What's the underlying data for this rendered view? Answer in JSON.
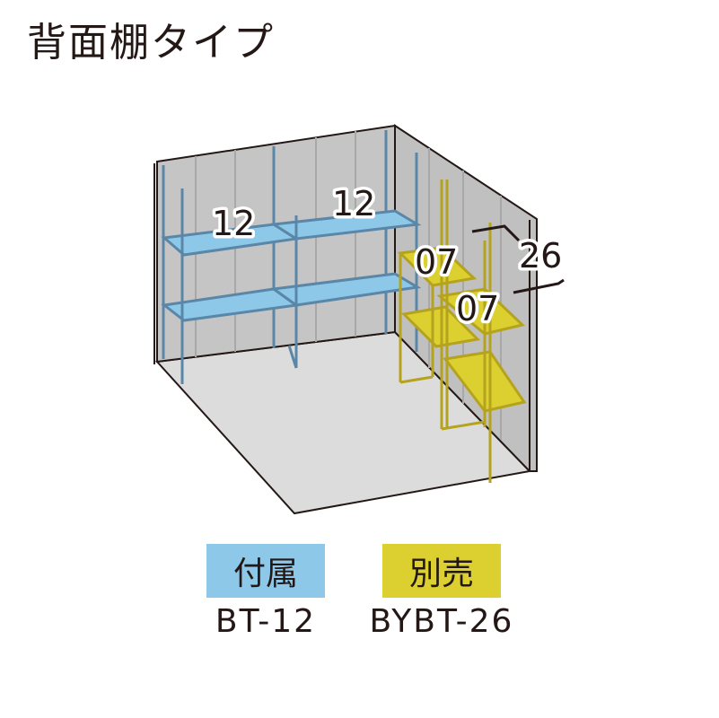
{
  "title": "背面棚タイプ",
  "shelves": {
    "left_back": "12",
    "right_back": "12",
    "side_top": "07",
    "side_bottom": "07",
    "side_ref": "26"
  },
  "legend": {
    "included": {
      "label": "付属",
      "code": "BT-12",
      "color": "#8ec8e8"
    },
    "optional": {
      "label": "別売",
      "code": "BYBT-26",
      "color": "#dcd030"
    }
  },
  "colors": {
    "floor": "#dcdcdc",
    "wall": "#c3c3c3",
    "outline": "#231815",
    "post_blue": "#5a87a8",
    "post_yellow": "#b5a31d"
  }
}
